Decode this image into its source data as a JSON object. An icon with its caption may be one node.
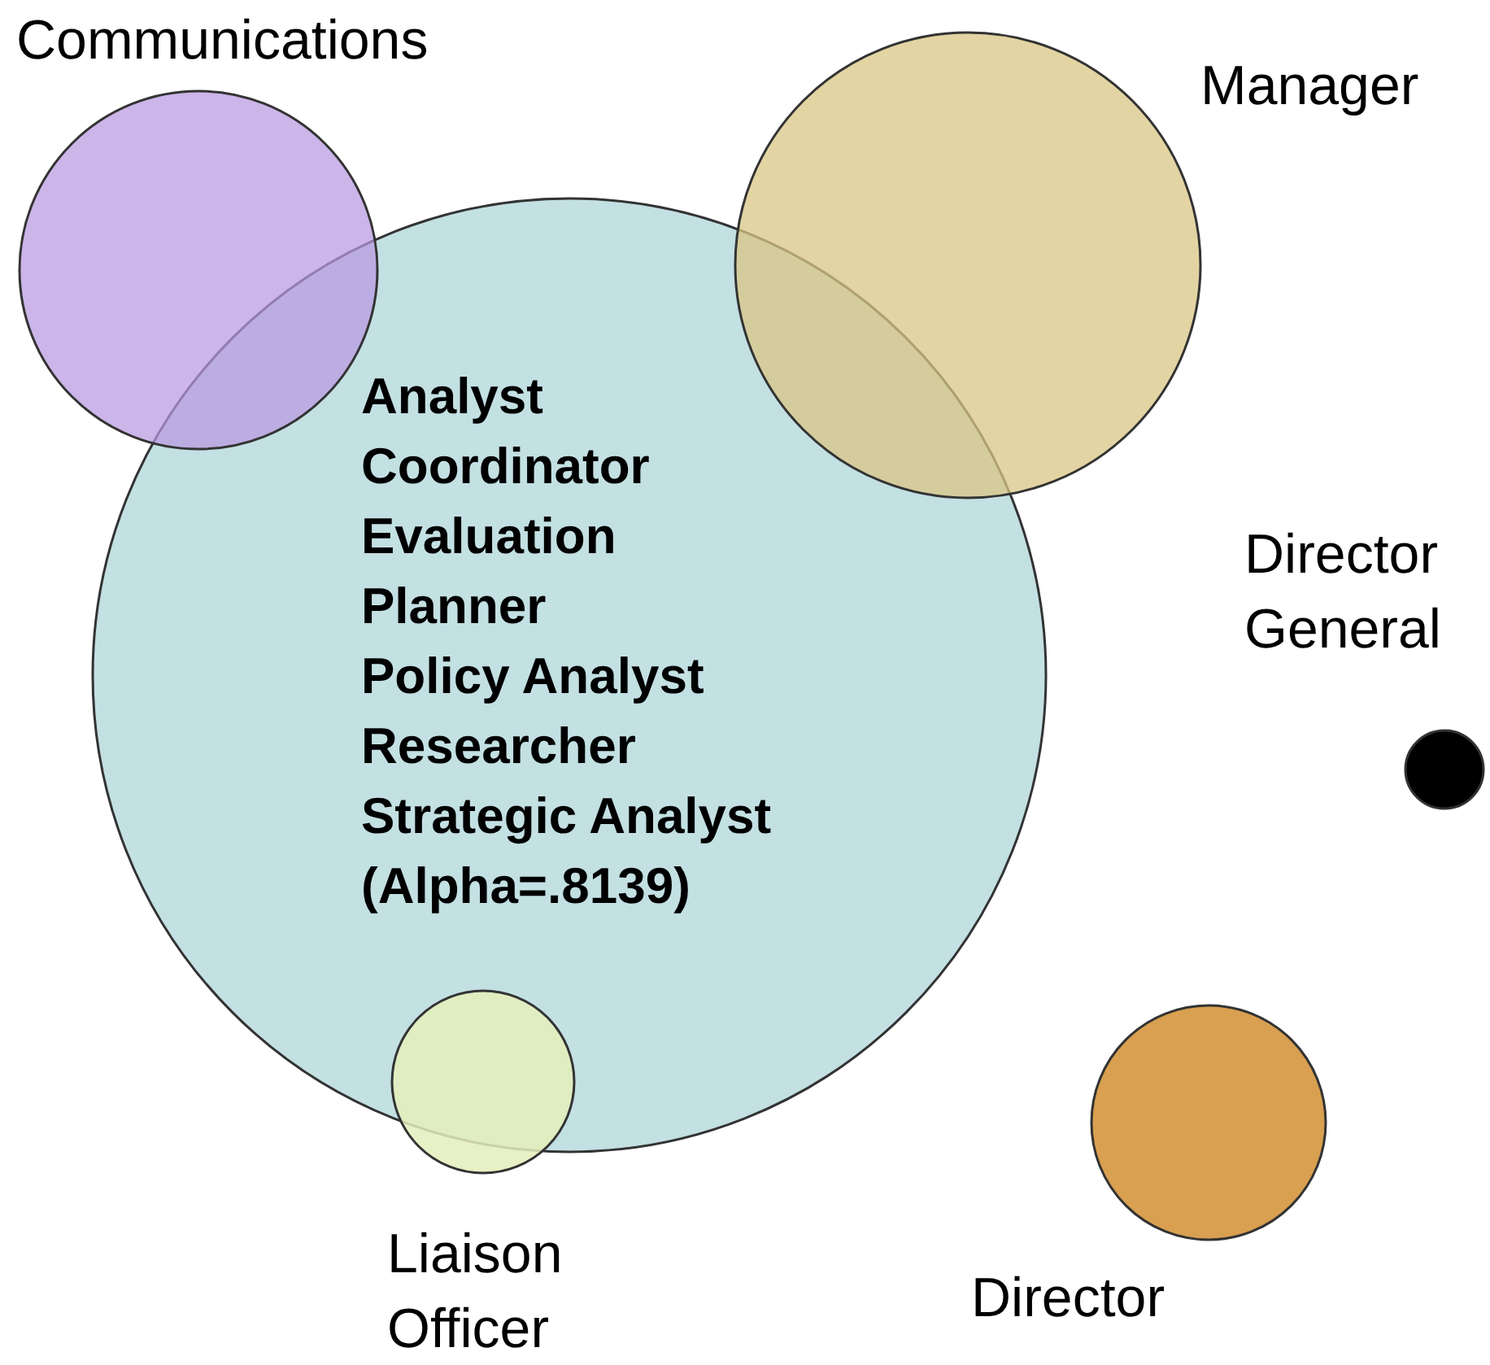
{
  "diagram": {
    "nodes": [
      {
        "text": [
          "Analyst",
          "Coordinator",
          "Evaluation",
          "Planner",
          "Policy Analyst",
          "Researcher",
          "Strategic Analyst",
          "(Alpha=.8139)"
        ]
      },
      {
        "text": [
          "Communications"
        ]
      },
      {
        "text": [
          "Manager"
        ]
      },
      {
        "text": [
          "Director General"
        ]
      },
      {
        "text": [
          "Liaison Officer"
        ]
      },
      {
        "text": [
          "Director"
        ]
      }
    ]
  }
}
